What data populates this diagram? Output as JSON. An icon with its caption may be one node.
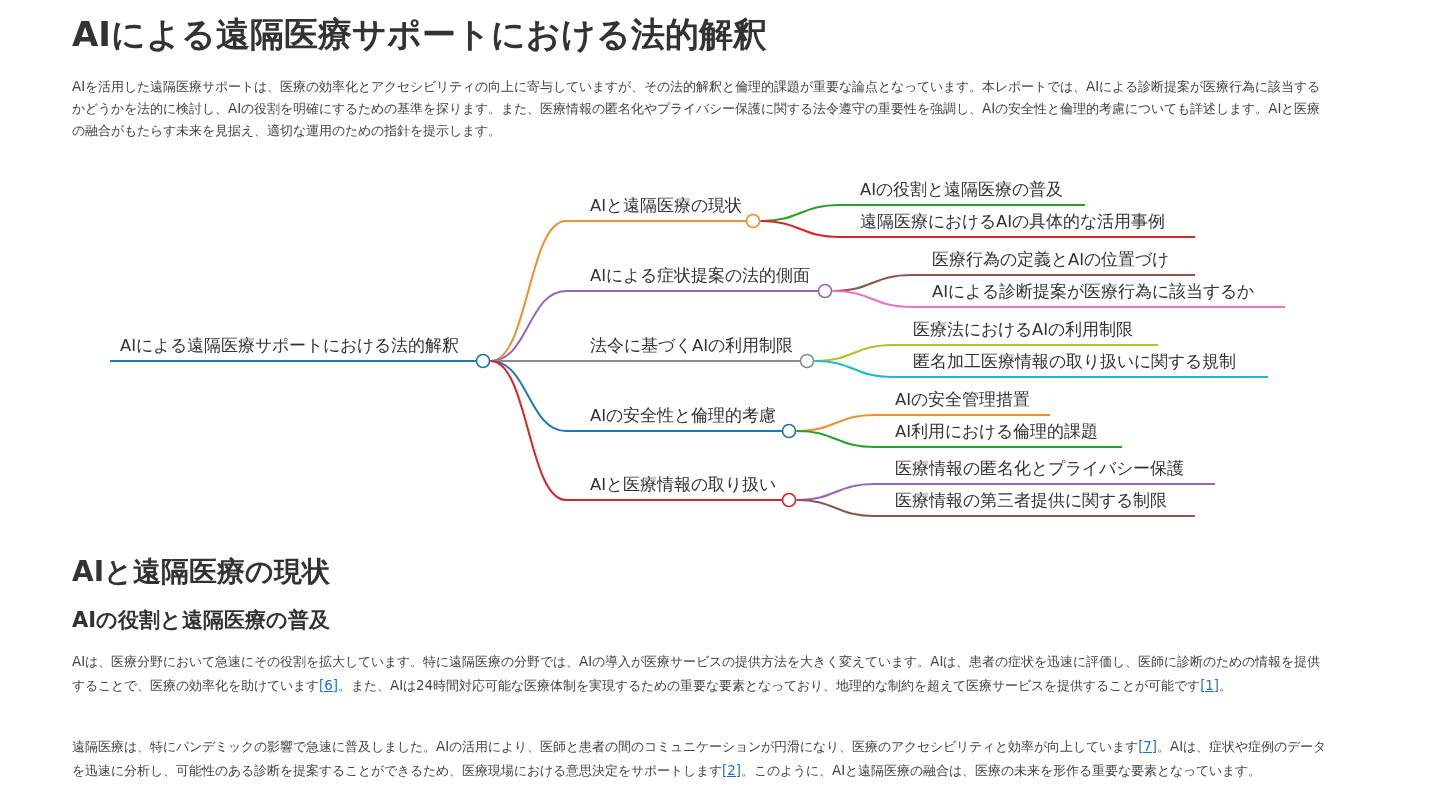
{
  "diagram": {
    "title": "AIによる遠隔医療サポートにおける法的解釈",
    "nodes": [
      {
        "text": [
          "AIによる遠隔医療サポートにおける法的解釈"
        ]
      },
      {
        "text": [
          "AIと遠隔医療の現状"
        ]
      },
      {
        "text": [
          "AIの役割と遠隔医療の普及"
        ]
      },
      {
        "text": [
          "遠隔医療におけるAIの具体的な活用事例"
        ]
      },
      {
        "text": [
          "AIによる症状提案の法的側面"
        ]
      },
      {
        "text": [
          "医療行為の定義とAIの位置づけ"
        ]
      },
      {
        "text": [
          "AIによる診断提案が医療行為に該当するか"
        ]
      },
      {
        "text": [
          "法令に基づくAIの利用制限"
        ]
      },
      {
        "text": [
          "医療法におけるAIの利用制限"
        ]
      },
      {
        "text": [
          "匿名加工医療情報の取り扱いに関する規制"
        ]
      },
      {
        "text": [
          "AIの安全性と倫理的考慮"
        ]
      },
      {
        "text": [
          "AIの安全管理措置"
        ]
      },
      {
        "text": [
          "AI利用における倫理的課題"
        ]
      },
      {
        "text": [
          "AIと医療情報の取り扱い"
        ]
      },
      {
        "text": [
          "医療情報の匿名化とプライバシー保護"
        ]
      },
      {
        "text": [
          "医療情報の第三者提供に関する制限"
        ]
      }
    ],
    "edges": [
      {
        "from": 0,
        "to": 1,
        "arrow": "none",
        "color": "#f28e2b"
      },
      {
        "from": 0,
        "to": 4,
        "arrow": "none",
        "color": "#9467bd"
      },
      {
        "from": 0,
        "to": 7,
        "arrow": "none",
        "color": "#8c8c8c"
      },
      {
        "from": 0,
        "to": 10,
        "arrow": "none",
        "color": "#1f77b4"
      },
      {
        "from": 0,
        "to": 13,
        "arrow": "none",
        "color": "#d62728"
      },
      {
        "from": 1,
        "to": 2,
        "arrow": "none",
        "color": "#2ca02c"
      },
      {
        "from": 1,
        "to": 3,
        "arrow": "none",
        "color": "#d62728"
      },
      {
        "from": 4,
        "to": 5,
        "arrow": "none",
        "color": "#8c564b"
      },
      {
        "from": 4,
        "to": 6,
        "arrow": "none",
        "color": "#e377c2"
      },
      {
        "from": 7,
        "to": 8,
        "arrow": "none",
        "color": "#bcbd22"
      },
      {
        "from": 7,
        "to": 9,
        "arrow": "none",
        "color": "#17becf"
      },
      {
        "from": 10,
        "to": 11,
        "arrow": "none",
        "color": "#f28e2b"
      },
      {
        "from": 10,
        "to": 12,
        "arrow": "none",
        "color": "#2ca02c"
      },
      {
        "from": 13,
        "to": 14,
        "arrow": "none",
        "color": "#9467bd"
      },
      {
        "from": 13,
        "to": 15,
        "arrow": "none",
        "color": "#8c564b"
      }
    ],
    "labels": [
      "AIを活用した遠隔医療サポートは、医療の効率化とアクセシビリティの向上に寄与していますが、その法的解釈と倫理的課題が重要な論点となっています。本レポートでは、AIによる診断提案が医療行為に該当するかどうかを法的に検討し、AIの役割を明確にするための基準を探ります。また、医療情報の匿名化やプライバシー保護に関する法令遵守の重要性を強調し、AIの安全性と倫理的考慮についても詳述します。AIと医療の融合がもたらす未来を見据え、適切な運用のための指針を提示します。",
      "AIと遠隔医療の現状",
      "AIの役割と遠隔医療の普及",
      "AIは、医療分野において急速にその役割を拡大しています。特に遠隔医療の分野では、AIの導入が医療サービスの提供方法を大きく変えています。AIは、患者の症状を迅速に評価し、医師に診断のための情報を提供することで、医療の効率化を助けています[6]。また、AIは24時間対応可能な医療体制を実現するための重要な要素となっており、地理的な制約を超えて医療サービスを提供することが可能です[1]。",
      "遠隔医療は、特にパンデミックの影響で急速に普及しました。AIの活用により、医師と患者の間のコミュニケーションが円滑になり、医療のアクセシビリティと効率が向上しています[7]。AIは、症状や症例のデータを迅速に分析し、可能性のある診断を提案することができるため、医療現場における意思決定をサポートします[2]。このように、AIと遠隔医療の融合は、医療の未来を形作る重要な要素となっています。"
    ]
  }
}
